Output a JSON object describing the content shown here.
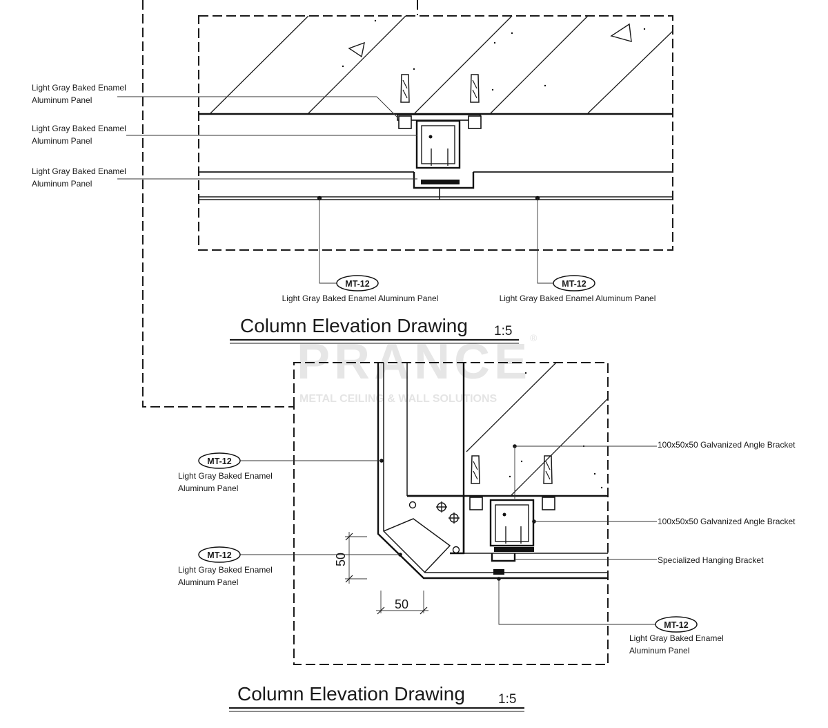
{
  "watermark": {
    "brand": "PRANCE",
    "registered": "®",
    "tagline": "METAL CEILING & WALL SOLUTIONS"
  },
  "top_detail": {
    "callouts": [
      {
        "line1": "Light Gray Baked Enamel",
        "line2": "Aluminum Panel"
      },
      {
        "line1": "Light Gray Baked Enamel",
        "line2": "Aluminum Panel"
      },
      {
        "line1": "Light Gray Baked Enamel",
        "line2": "Aluminum Panel"
      }
    ],
    "tags": [
      {
        "code": "MT-12",
        "desc": "Light Gray Baked Enamel Aluminum Panel"
      },
      {
        "code": "MT-12",
        "desc": "Light Gray Baked Enamel Aluminum Panel"
      }
    ],
    "title": "Column Elevation Drawing",
    "scale": "1:5"
  },
  "bottom_detail": {
    "left_tags": [
      {
        "code": "MT-12",
        "line1": "Light Gray Baked Enamel",
        "line2": "Aluminum Panel"
      },
      {
        "code": "MT-12",
        "line1": "Light Gray Baked Enamel",
        "line2": "Aluminum Panel"
      }
    ],
    "right_callouts": [
      "100x50x50 Galvanized Angle Bracket",
      "100x50x50 Galvanized Angle Bracket",
      "Specialized Hanging Bracket"
    ],
    "bottom_tag": {
      "code": "MT-12",
      "line1": "Light Gray Baked Enamel",
      "line2": "Aluminum Panel"
    },
    "dimensions": {
      "vertical": "50",
      "horizontal": "50"
    },
    "title": "Column Elevation Drawing",
    "scale": "1:5"
  }
}
